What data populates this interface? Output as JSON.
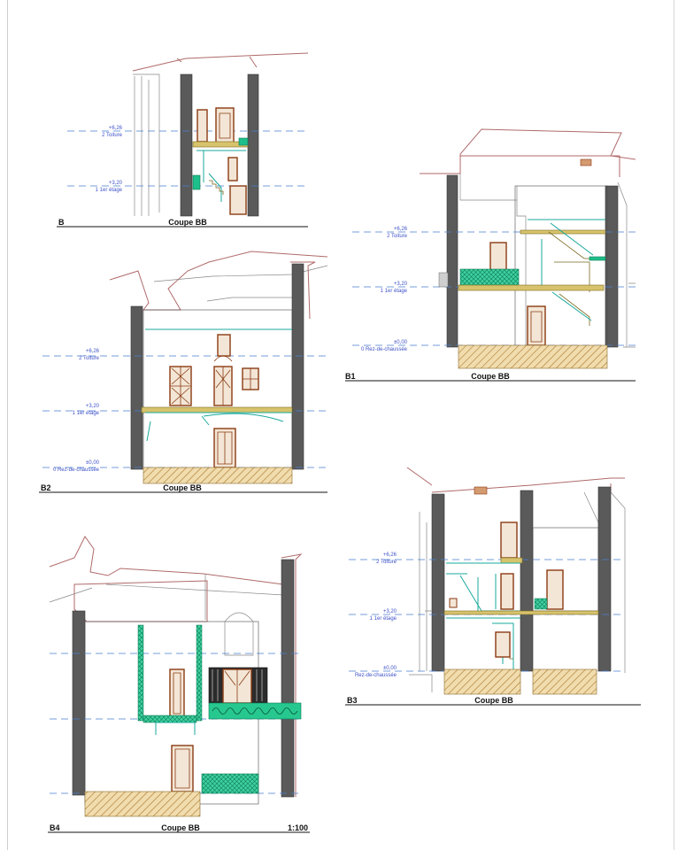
{
  "sheet": {
    "scale": "1:100"
  },
  "sections": [
    {
      "id": "B",
      "title": "Coupe BB",
      "levels": [
        {
          "value": "+6,26",
          "name": "2 Toiture"
        },
        {
          "value": "+3,20",
          "name": "1 1er étage"
        }
      ]
    },
    {
      "id": "B1",
      "title": "Coupe BB",
      "levels": [
        {
          "value": "+6,26",
          "name": "2 Toiture"
        },
        {
          "value": "+3,20",
          "name": "1 1er étage"
        },
        {
          "value": "±0,00",
          "name": "0 Rez-de-chaussée"
        }
      ]
    },
    {
      "id": "B2",
      "title": "Coupe BB",
      "levels": [
        {
          "value": "+6,26",
          "name": "2 Toiture"
        },
        {
          "value": "+3,20",
          "name": "1 1er étage"
        },
        {
          "value": "±0,00",
          "name": "0 Rez-de-chaussée"
        }
      ]
    },
    {
      "id": "B3",
      "title": "Coupe BB",
      "levels": [
        {
          "value": "+6,26",
          "name": "2 Toiture"
        },
        {
          "value": "+3,20",
          "name": "1 1er étage"
        },
        {
          "value": "±0,00",
          "name": "Rez-de-chaussée"
        }
      ]
    },
    {
      "id": "B4",
      "title": "Coupe BB",
      "levels": []
    }
  ]
}
